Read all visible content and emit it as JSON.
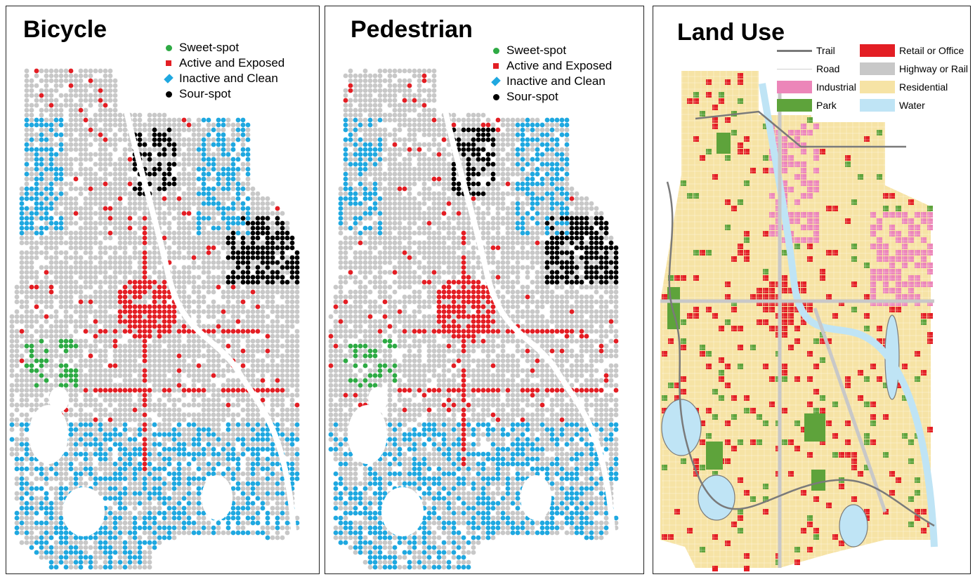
{
  "panels": {
    "bicycle": {
      "title": "Bicycle"
    },
    "pedestrian": {
      "title": "Pedestrian"
    },
    "landuse": {
      "title": "Land Use"
    }
  },
  "spot_legend": [
    {
      "label": "Sweet-spot",
      "symbol": "circle",
      "color": "#2eaa44"
    },
    {
      "label": "Active and Exposed",
      "symbol": "square",
      "color": "#e31e24"
    },
    {
      "label": "Inactive and Clean",
      "symbol": "diamond",
      "color": "#1fa8e0"
    },
    {
      "label": "Sour-spot",
      "symbol": "circle",
      "color": "#000000"
    }
  ],
  "landuse_legend": {
    "left": [
      {
        "label": "Trail",
        "type": "line",
        "color": "#7a7a7a"
      },
      {
        "label": "Road",
        "type": "thin-line",
        "color": "#cfcfcf"
      },
      {
        "label": "Industrial",
        "type": "fill",
        "color": "#ec86b9"
      },
      {
        "label": "Park",
        "type": "fill",
        "color": "#5ea33b"
      }
    ],
    "right": [
      {
        "label": "Retail or Office",
        "type": "fill",
        "color": "#e31e24"
      },
      {
        "label": "Highway or Rail",
        "type": "fill",
        "color": "#c8c8c8"
      },
      {
        "label": "Residential",
        "type": "fill",
        "color": "#f6e3a5"
      },
      {
        "label": "Water",
        "type": "fill",
        "color": "#bfe4f5"
      }
    ]
  },
  "colors": {
    "background_grey": "#c8c8c8",
    "sweet": "#2eaa44",
    "active": "#e31e24",
    "inactive": "#1fa8e0",
    "sour": "#000000"
  }
}
